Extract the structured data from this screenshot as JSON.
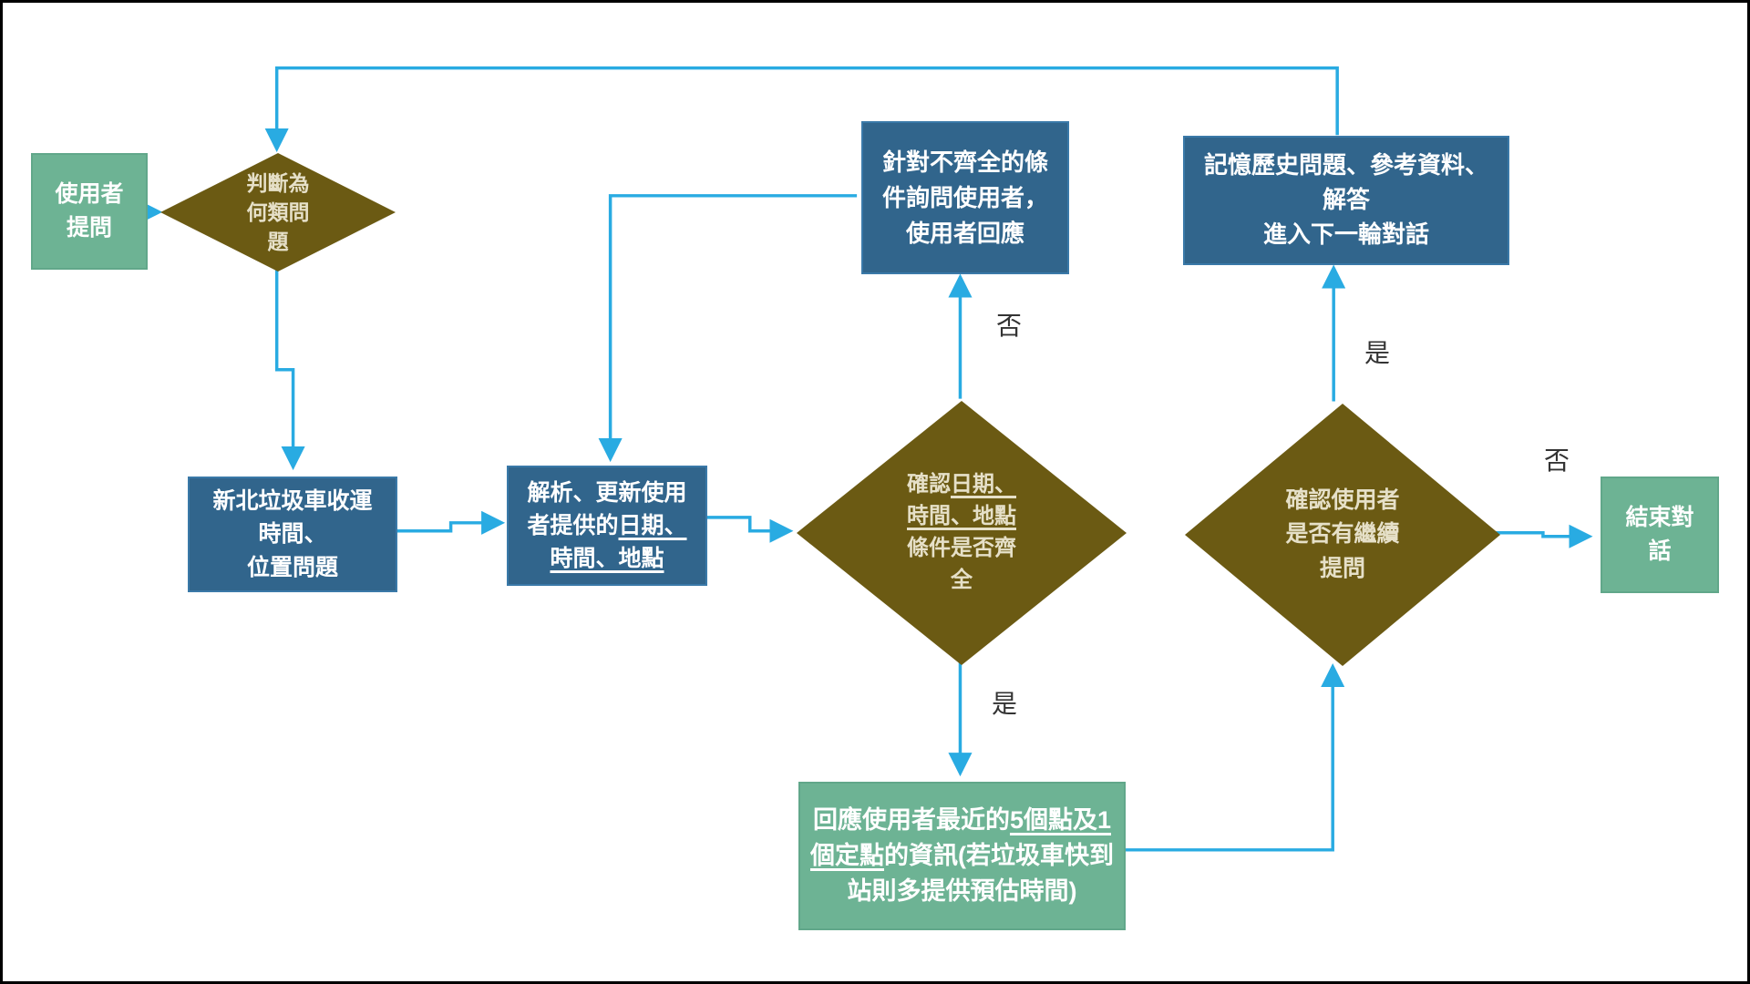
{
  "colors": {
    "arrow": "#29ABE2",
    "process": "#31658C",
    "terminal": "#6DB394",
    "decision": "#6B5A13",
    "box_text": "#FFFFFF",
    "decision_text": "#E6E0C8",
    "label_text": "#333333"
  },
  "nodes": {
    "user_question": {
      "label": "使用者\n提問"
    },
    "classify_question": {
      "label": "判斷為\n何類問\n題"
    },
    "garbage_topic": {
      "label": "新北垃圾車收運\n時間、\n位置問題"
    },
    "parse_update": {
      "line1": "解析、更新使用",
      "line2_plain": "者提供的",
      "line2_underline": "日期、",
      "line3_underline": "時間、地點"
    },
    "ask_missing": {
      "label": "針對不齊全的條\n件詢問使用者，\n使用者回應"
    },
    "check_complete": {
      "line1_plain": "確認",
      "line1_underline": "日期、",
      "line2_underline": "時間、地點",
      "line3": "條件是否齊",
      "line4": "全"
    },
    "respond_info": {
      "line1_plain": "回應使用者最近的",
      "line1_underline": "5個點及1",
      "line2_underline": "個定點",
      "line2_plain": "的資訊(若垃圾車快到",
      "line3": "站則多提供預估時間)"
    },
    "check_continue": {
      "label": "確認使用者\n是否有繼續\n提問"
    },
    "remember_history": {
      "label": "記憶歷史問題、參考資料、\n解答\n進入下一輪對話"
    },
    "end_dialog": {
      "label": "結束對\n話"
    }
  },
  "edge_labels": {
    "no_to_ask": "否",
    "yes_to_respond": "是",
    "yes_to_remember": "是",
    "no_to_end": "否"
  }
}
